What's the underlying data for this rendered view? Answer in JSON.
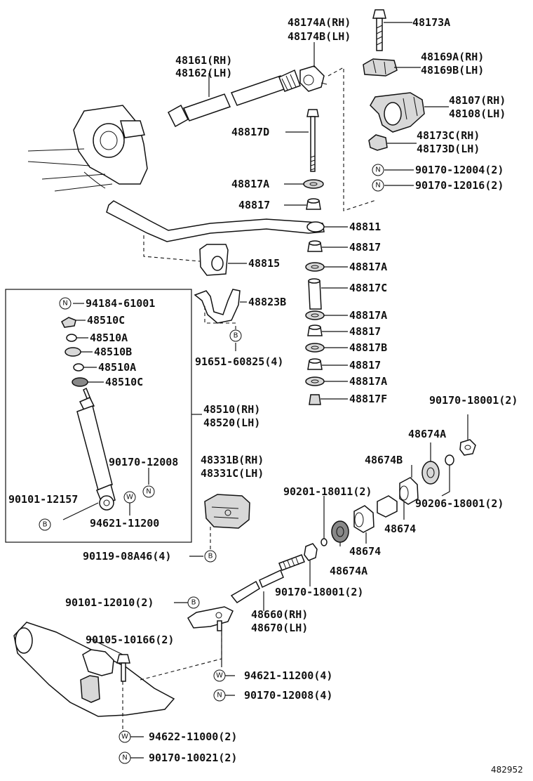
{
  "labels": {
    "p48173A": "48173A",
    "p48174A": "48174A(RH)",
    "p48174B": "48174B(LH)",
    "p48161": "48161(RH)",
    "p48162": "48162(LH)",
    "p48169A": "48169A(RH)",
    "p48169B": "48169B(LH)",
    "p48107": "48107(RH)",
    "p48108": "48108(LH)",
    "p48817D": "48817D",
    "p48173C": "48173C(RH)",
    "p48173D": "48173D(LH)",
    "p90170_12004": "90170-12004(2)",
    "p90170_12016": "90170-12016(2)",
    "p48817A_1": "48817A",
    "p48817_1": "48817",
    "p48811": "48811",
    "p48817_2": "48817",
    "p48815": "48815",
    "p48817A_2": "48817A",
    "p48817C": "48817C",
    "p48823B": "48823B",
    "p48817A_3": "48817A",
    "p48817_3": "48817",
    "p48817B": "48817B",
    "p48817_4": "48817",
    "p48817A_4": "48817A",
    "p48817F": "48817F",
    "p94184": "94184-61001",
    "p48510C_1": "48510C",
    "p48510A_1": "48510A",
    "p48510B": "48510B",
    "p48510A_2": "48510A",
    "p48510C_2": "48510C",
    "p91651": "91651-60825(4)",
    "p48510": "48510(RH)",
    "p48520": "48520(LH)",
    "p90170_18001_top": "90170-18001(2)",
    "p48674A_top": "48674A",
    "p48674B": "48674B",
    "p90170_12008_in": "90170-12008",
    "p48331B": "48331B(RH)",
    "p48331C": "48331C(LH)",
    "p90101_12157": "90101-12157",
    "p94621_11200_in": "94621-11200",
    "p90201": "90201-18011(2)",
    "p90206": "90206-18001(2)",
    "p48674_r": "48674",
    "p48674_l": "48674",
    "p48674A_bot": "48674A",
    "p90119": "90119-08A46(4)",
    "p90170_18001_bot": "90170-18001(2)",
    "p90101_12010": "90101-12010(2)",
    "p48660": "48660(RH)",
    "p48670": "48670(LH)",
    "p90105": "90105-10166(2)",
    "p94621_11200_4": "94621-11200(4)",
    "p90170_12008_4": "90170-12008(4)",
    "p94622": "94622-11000(2)",
    "p90170_10021": "90170-10021(2)",
    "fig_no": "482952"
  },
  "symbols": {
    "n": "N",
    "w": "W",
    "b": "B"
  }
}
